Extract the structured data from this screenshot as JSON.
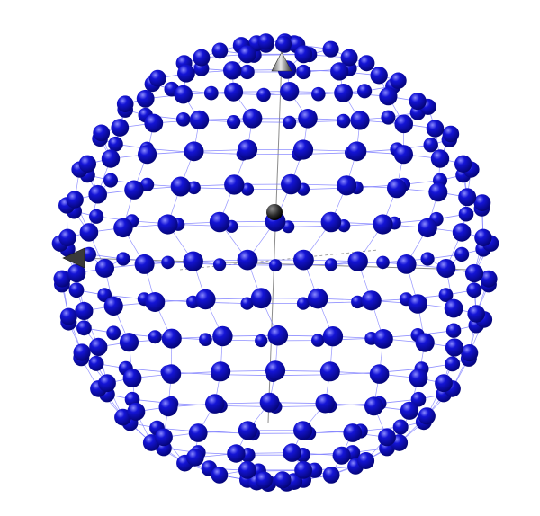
{
  "scene": {
    "background_color": "#ffffff",
    "sphere_color": "#1414d6",
    "sphere_highlight_color": "#8a8aff",
    "sphere_shadow_color": "#05057a",
    "wireframe_color": "#6a6aff",
    "axis_color": "#8c8c8c",
    "center_marker_color": "#2b2b2b",
    "icons": {
      "top_cone": "cone-up-icon",
      "left_cone": "cone-left-icon",
      "center": "origin-sphere-icon"
    }
  },
  "structure": {
    "latitude_rings": 18,
    "points_per_ring": 24,
    "axes": [
      "x",
      "y",
      "z"
    ]
  }
}
